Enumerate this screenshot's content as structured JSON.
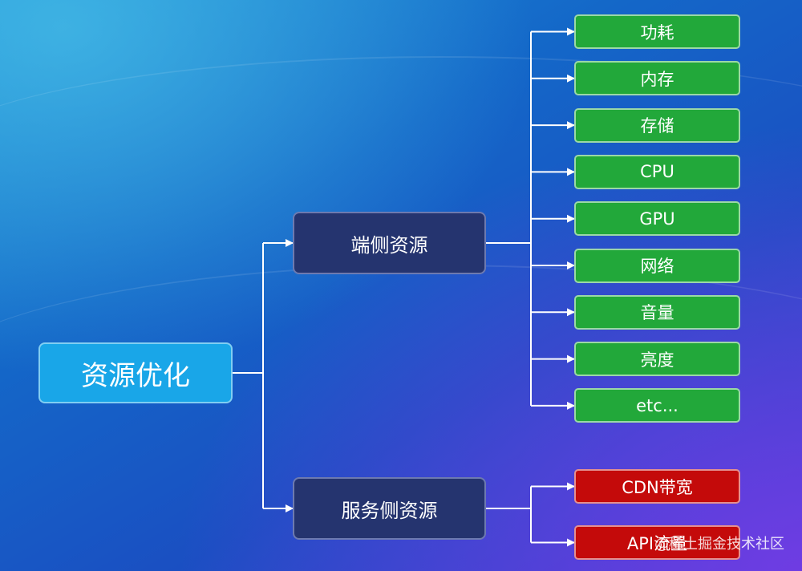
{
  "root": {
    "label": "资源优化"
  },
  "client": {
    "label": "端侧资源",
    "items": [
      "功耗",
      "内存",
      "存储",
      "CPU",
      "GPU",
      "网络",
      "音量",
      "亮度",
      "etc..."
    ]
  },
  "server": {
    "label": "服务侧资源",
    "items": [
      "CDN带宽",
      "API流量"
    ]
  },
  "watermark": "@稀土掘金技术社区",
  "colors": {
    "root": "#19a6e8",
    "branch": "#25346f",
    "client_leaf": "#22a83a",
    "server_leaf": "#c40a0a",
    "connector": "#ffffff"
  }
}
